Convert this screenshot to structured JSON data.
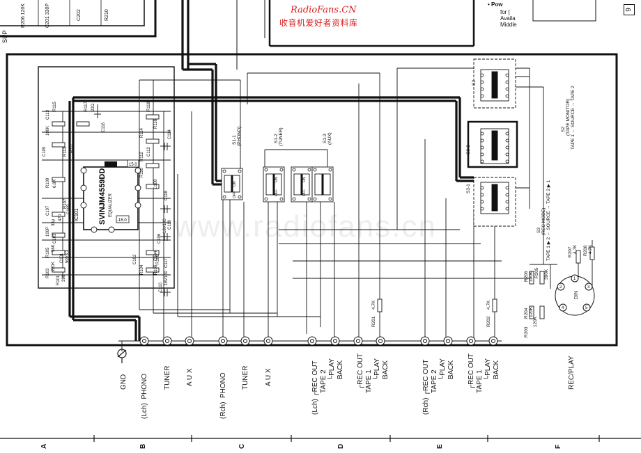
{
  "watermark": {
    "site": "RadioFans.CN",
    "site_cn": "收音机爱好者资料库",
    "overlay": "www.radiofans.cn"
  },
  "page_number": "9",
  "top_notes": {
    "pow": "• Pow",
    "for": "for [",
    "avail": "Availa",
    "middle": "Middle",
    "sup": "SUP"
  },
  "top_components": [
    "R206 120K",
    "C201 330P",
    "C202",
    "R210"
  ],
  "ic": {
    "ref": "IC101",
    "part": "SVINJM4559DD",
    "role": "EQUALIZER",
    "vplus": "15.0",
    "vminus": "-15.0"
  },
  "eq_components": [
    "C113",
    "R115",
    "R117",
    "C116",
    "R118",
    "R116",
    "R114",
    "C114",
    "R112",
    "R110",
    "C112",
    "R109",
    "C109",
    "R113",
    "C107",
    "R107",
    "R111",
    "C105",
    "C103",
    "C101",
    "R105",
    "R103",
    "R101",
    "C102",
    "R104",
    "R106",
    "C104",
    "C106",
    "R108",
    "C108",
    "C118",
    "C119",
    "C117",
    "C110"
  ],
  "eq_values": {
    "r115": "100K",
    "r117": "22Ω",
    "r109": "6.8K",
    "c103": "100P",
    "r105": "56K",
    "r103": "220K",
    "r101": "390",
    "c101": "50V3.3",
    "c118": "16V100",
    "c117": "16V100",
    "r107": "470",
    "c107": "33μ"
  },
  "switches": [
    {
      "ref": "S1-1",
      "func": "(PHONO)"
    },
    {
      "ref": "S1-2",
      "func": "(TUNER)"
    },
    {
      "ref": "S1-3",
      "func": "(AUX)"
    },
    {
      "ref": "S2",
      "func": "(TAPE MONITOR)",
      "modes": "TAPE 1 ← SOURCE → TAPE 2"
    },
    {
      "ref": "S3-2",
      "func": ""
    },
    {
      "ref": "S3-1",
      "func": ""
    },
    {
      "ref": "S3",
      "func": "(REC MODE)",
      "modes": "TAPE 1 ▶ 2 ← SOURCE → TAPE 2 ▶ 1"
    }
  ],
  "switch_states": {
    "off": "OFF",
    "on": "ON"
  },
  "resistors_right": [
    {
      "ref": "R201",
      "value": "4.7K"
    },
    {
      "ref": "R202",
      "value": "4.7K"
    },
    {
      "ref": "R203",
      "value": "120K"
    },
    {
      "ref": "R204",
      "value": "120K"
    },
    {
      "ref": "R205",
      "value": "390K"
    },
    {
      "ref": "R206",
      "value": "390K"
    },
    {
      "ref": "R207",
      "value": "4.7K"
    },
    {
      "ref": "R208",
      "value": "4.7K"
    }
  ],
  "din": {
    "label": "DIN",
    "pins": [
      "1",
      "2",
      "3",
      "4",
      "5"
    ]
  },
  "bottom_labels": {
    "gnd": "GND",
    "l_phono": "(Lch)  PHONO",
    "l_tuner": "TUNER",
    "l_aux": "A U X",
    "r_phono": "(Rch)  PHONO",
    "r_tuner": "TUNER",
    "r_aux": "A U X",
    "l_tape2_rec": "(Lch) ┌REC OUT",
    "l_tape2_name": "TAPE 2",
    "l_tape2_play": "└PLAY",
    "l_tape2_back": "BACK",
    "l_tape1_rec": "┌REC OUT",
    "l_tape1_name": "TAPE 1",
    "l_tape1_play": "└PLAY",
    "l_tape1_back": "BACK",
    "r_tape2_rec": "(Rch) ┌REC OUT",
    "r_tape2_name": "TAPE 2",
    "r_tape2_play": "└PLAY",
    "r_tape2_back": "BACK",
    "r_tape1_rec": "┌REC OUT",
    "r_tape1_name": "TAPE 1",
    "r_tape1_play": "└PLAY",
    "r_tape1_back": "BACK",
    "recplay": "REC/PLAY"
  },
  "column_letters": [
    "A",
    "B",
    "C",
    "D",
    "E",
    "F"
  ]
}
